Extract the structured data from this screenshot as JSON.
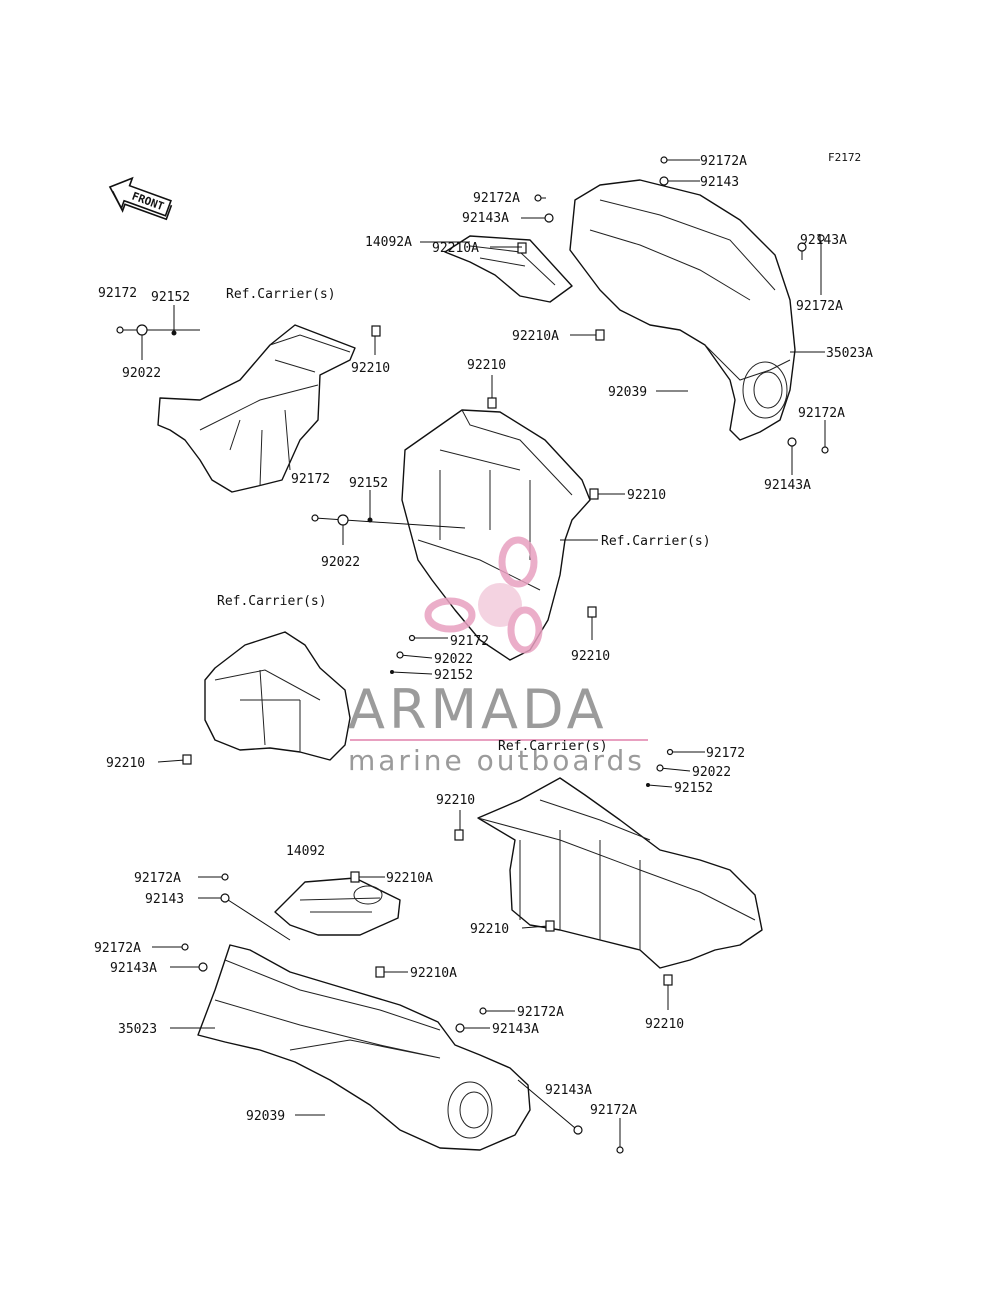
{
  "figure_code": "F2172",
  "front_label": "FRONT",
  "watermark": {
    "brand": "ARMADA",
    "tagline": "marine outboards",
    "pink": "#e8a0c0",
    "gray": "#8a8a8a"
  },
  "callouts": [
    {
      "id": "c01",
      "text": "92172A"
    },
    {
      "id": "c02",
      "text": "92143"
    },
    {
      "id": "c03",
      "text": "92172A"
    },
    {
      "id": "c04",
      "text": "92143A"
    },
    {
      "id": "c05",
      "text": "92210A"
    },
    {
      "id": "c06",
      "text": "14092A"
    },
    {
      "id": "c07",
      "text": "92143A"
    },
    {
      "id": "c08",
      "text": "92172A"
    },
    {
      "id": "c09",
      "text": "92210A"
    },
    {
      "id": "c10",
      "text": "35023A"
    },
    {
      "id": "c11",
      "text": "92039"
    },
    {
      "id": "c12",
      "text": "92172A"
    },
    {
      "id": "c13",
      "text": "92143A"
    },
    {
      "id": "c14",
      "text": "92172"
    },
    {
      "id": "c15",
      "text": "92152"
    },
    {
      "id": "c16",
      "text": "Ref.Carrier(s)"
    },
    {
      "id": "c17",
      "text": "92022"
    },
    {
      "id": "c18",
      "text": "92210"
    },
    {
      "id": "c19",
      "text": "92210"
    },
    {
      "id": "c20",
      "text": "92172"
    },
    {
      "id": "c21",
      "text": "92152"
    },
    {
      "id": "c22",
      "text": "92210"
    },
    {
      "id": "c23",
      "text": "Ref.Carrier(s)"
    },
    {
      "id": "c24",
      "text": "92022"
    },
    {
      "id": "c25",
      "text": "Ref.Carrier(s)"
    },
    {
      "id": "c26",
      "text": "92172"
    },
    {
      "id": "c27",
      "text": "92022"
    },
    {
      "id": "c28",
      "text": "92152"
    },
    {
      "id": "c29",
      "text": "92210"
    },
    {
      "id": "c30",
      "text": "92210"
    },
    {
      "id": "c31",
      "text": "Ref.Carrier(s)"
    },
    {
      "id": "c32",
      "text": "92172"
    },
    {
      "id": "c33",
      "text": "92022"
    },
    {
      "id": "c34",
      "text": "92152"
    },
    {
      "id": "c35",
      "text": "92210"
    },
    {
      "id": "c36",
      "text": "14092"
    },
    {
      "id": "c37",
      "text": "92172A"
    },
    {
      "id": "c38",
      "text": "92210A"
    },
    {
      "id": "c39",
      "text": "92143"
    },
    {
      "id": "c40",
      "text": "92210"
    },
    {
      "id": "c41",
      "text": "92172A"
    },
    {
      "id": "c42",
      "text": "92143A"
    },
    {
      "id": "c43",
      "text": "92210A"
    },
    {
      "id": "c44",
      "text": "92210"
    },
    {
      "id": "c45",
      "text": "92172A"
    },
    {
      "id": "c46",
      "text": "35023"
    },
    {
      "id": "c47",
      "text": "92143A"
    },
    {
      "id": "c48",
      "text": "92143A"
    },
    {
      "id": "c49",
      "text": "92039"
    },
    {
      "id": "c50",
      "text": "92172A"
    }
  ]
}
